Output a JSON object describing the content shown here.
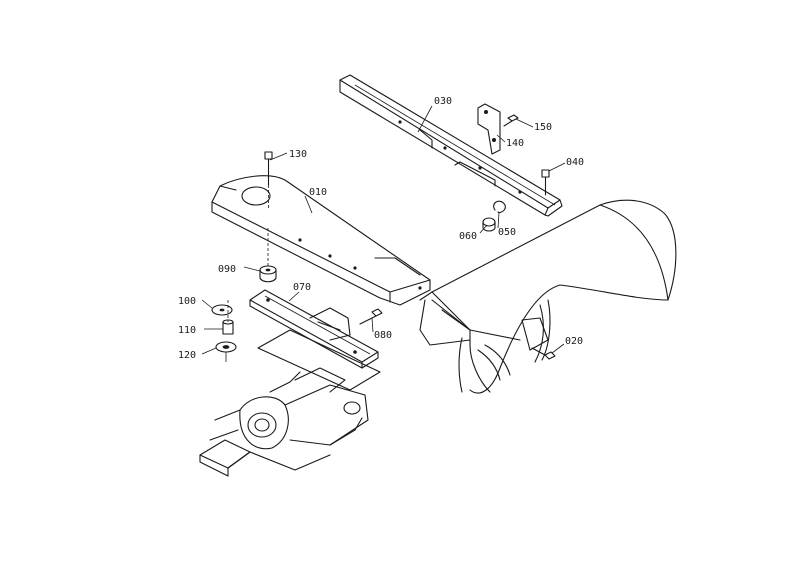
{
  "diagram": {
    "callouts": [
      {
        "id": "p010",
        "label": "010"
      },
      {
        "id": "p020",
        "label": "020"
      },
      {
        "id": "p030",
        "label": "030"
      },
      {
        "id": "p040",
        "label": "040"
      },
      {
        "id": "p050",
        "label": "050"
      },
      {
        "id": "p060",
        "label": "060"
      },
      {
        "id": "p070",
        "label": "070"
      },
      {
        "id": "p080",
        "label": "080"
      },
      {
        "id": "p090",
        "label": "090"
      },
      {
        "id": "p100",
        "label": "100"
      },
      {
        "id": "p110",
        "label": "110"
      },
      {
        "id": "p120",
        "label": "120"
      },
      {
        "id": "p130",
        "label": "130"
      },
      {
        "id": "p140",
        "label": "140"
      },
      {
        "id": "p150",
        "label": "150"
      }
    ]
  }
}
